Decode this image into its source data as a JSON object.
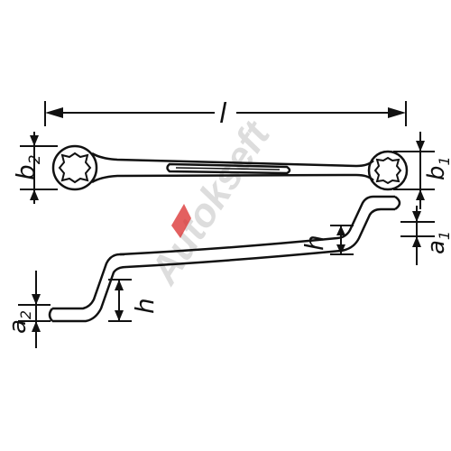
{
  "labels": {
    "length": "l",
    "b2_main": "b",
    "b2_sub": "2",
    "b1_main": "b",
    "b1_sub": "1",
    "a1_main": "a",
    "a1_sub": "1",
    "a2_main": "a",
    "a2_sub": "2",
    "h_left": "h",
    "h_right": "h"
  },
  "watermark": {
    "text": "Autokseft",
    "accent_color": "#d92b2b",
    "text_color": "#b8b8b8"
  },
  "colors": {
    "line": "#111111",
    "background": "#ffffff"
  }
}
